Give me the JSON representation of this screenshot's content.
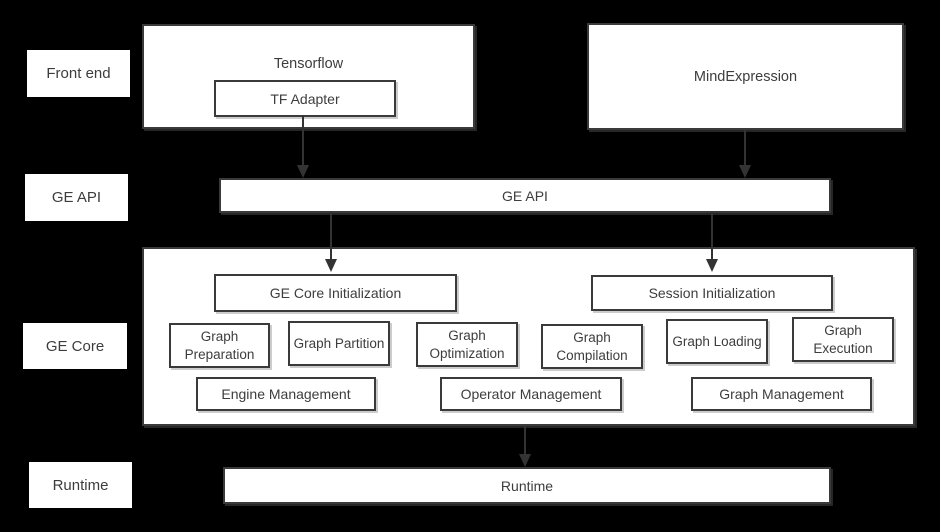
{
  "row_labels": {
    "front_end": "Front end",
    "ge_api": "GE API",
    "ge_core": "GE Core",
    "runtime": "Runtime"
  },
  "front_end": {
    "tensorflow": "Tensorflow",
    "tf_adapter": "TF Adapter",
    "mind_expression": "MindExpression"
  },
  "ge_api": {
    "bar": "GE API"
  },
  "ge_core": {
    "ge_core_initialization": "GE Core Initialization",
    "session_initialization": "Session Initialization",
    "modules": [
      "Graph Preparation",
      "Graph Partition",
      "Graph Optimization",
      "Graph Compilation",
      "Graph Loading",
      "Graph Execution"
    ],
    "management": [
      "Engine Management",
      "Operator Management",
      "Graph Management"
    ]
  },
  "runtime": {
    "bar": "Runtime"
  },
  "colors": {
    "background": "#000000",
    "box_fill": "#ffffff",
    "box_border": "#3a3a3a",
    "text": "#3d3d3d",
    "arrow": "#333333"
  }
}
